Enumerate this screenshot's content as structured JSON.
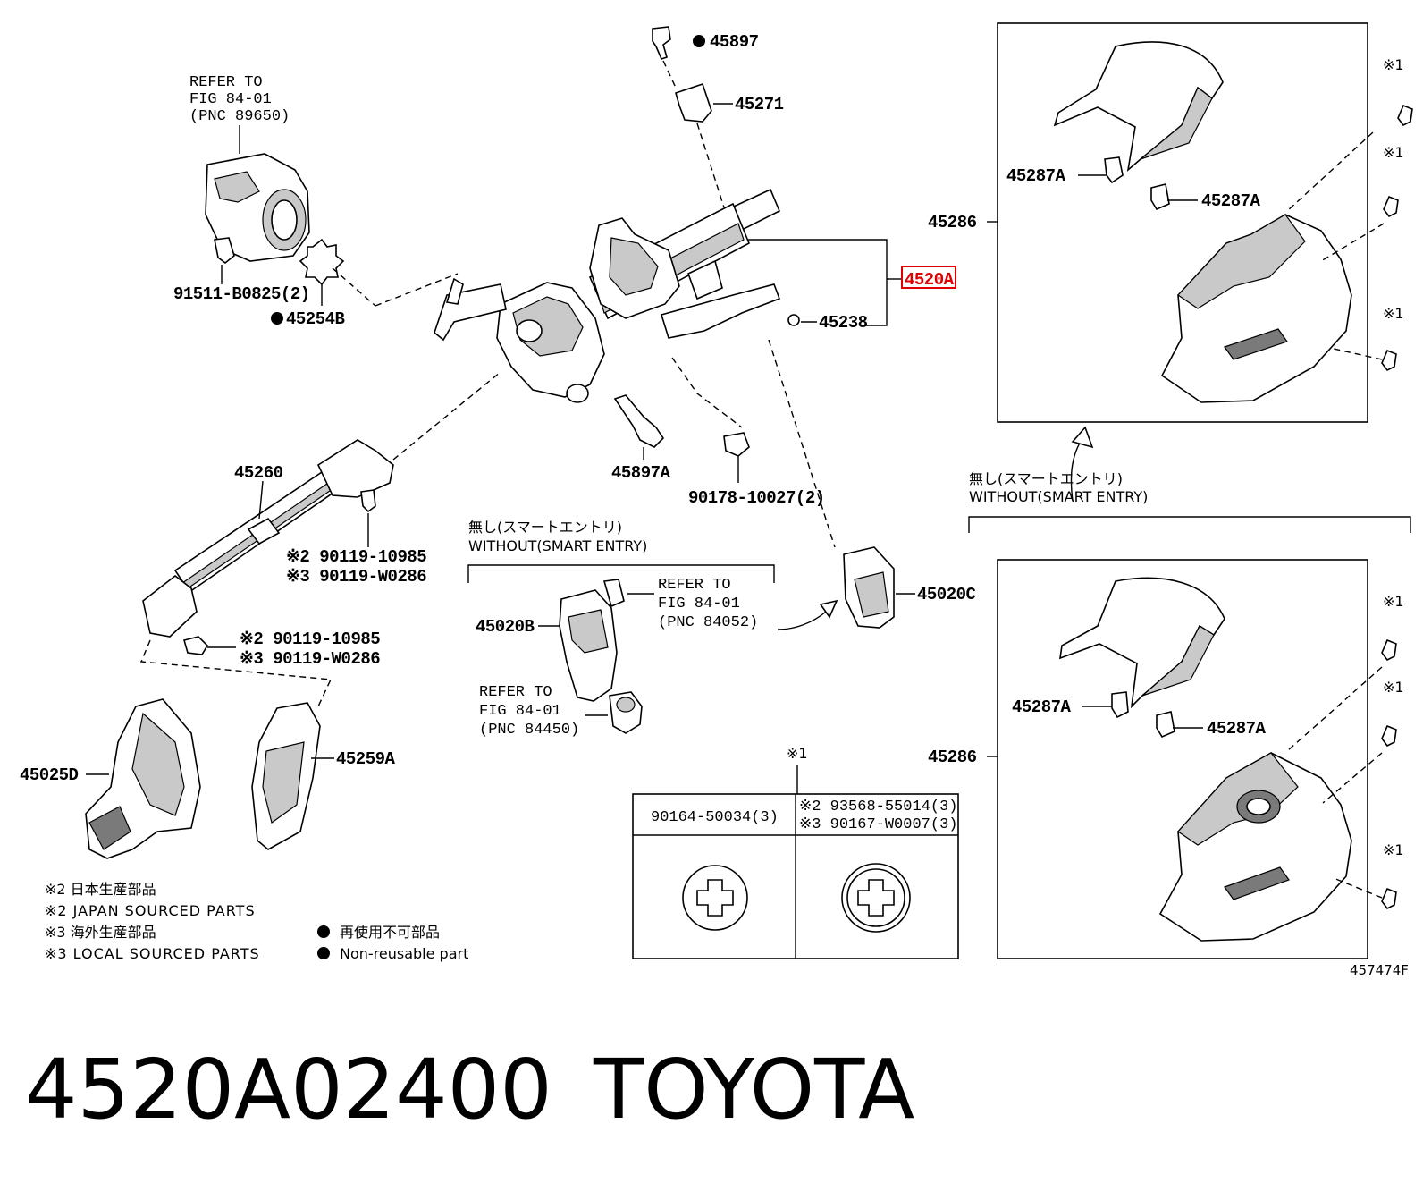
{
  "part_labels": {
    "p45897": "45897",
    "p45271": "45271",
    "p4520A": "4520A",
    "p45238": "45238",
    "p45286_top": "45286",
    "p45287A_1": "45287A",
    "p45287A_2": "45287A",
    "p45286_bot": "45286",
    "p45287A_3": "45287A",
    "p45287A_4": "45287A",
    "p91511": "91511-B0825(2)",
    "p45254B": "45254B",
    "p45897A": "45897A",
    "p90178": "90178-10027(2)",
    "p45260": "45260",
    "p90119_a2": "※2 90119-10985",
    "p90119_a3": "※3 90119-W0286",
    "p90119_b2": "※2 90119-10985",
    "p90119_b3": "※3 90119-W0286",
    "p45020B": "45020B",
    "p45020C": "45020C",
    "p45025D": "45025D",
    "p45259A": "45259A"
  },
  "refer": {
    "r1": [
      "REFER TO",
      "FIG 84-01",
      "(PNC 89650)"
    ],
    "r2": [
      "REFER TO",
      "FIG 84-01",
      "(PNC 84052)"
    ],
    "r3": [
      "REFER TO",
      "FIG 84-01",
      "(PNC 84450)"
    ]
  },
  "without_smart_entry": {
    "jp": "無し(スマートエントリ)",
    "en": "WITHOUT(SMART ENTRY)"
  },
  "notes": {
    "n1": "※1",
    "n2_jp": "※2 日本生産部品",
    "n2_en": "※2 JAPAN SOURCED PARTS",
    "n3_jp": "※3 海外生産部品",
    "n3_en": "※3 LOCAL SOURCED PARTS",
    "nonreuse_jp": "再使用不可部品",
    "nonreuse_en": "Non-reusable part"
  },
  "screw_table": {
    "col1": "90164-50034(3)",
    "col2_line1": "※2 93568-55014(3)",
    "col2_line2": "※3 90167-W0007(3)"
  },
  "figure_id": "457474F",
  "part_number": "4520A02400",
  "brand": "TOYOTA",
  "colors": {
    "highlight": "#e00000",
    "ink": "#000000",
    "shading": "#c9c9c9"
  }
}
